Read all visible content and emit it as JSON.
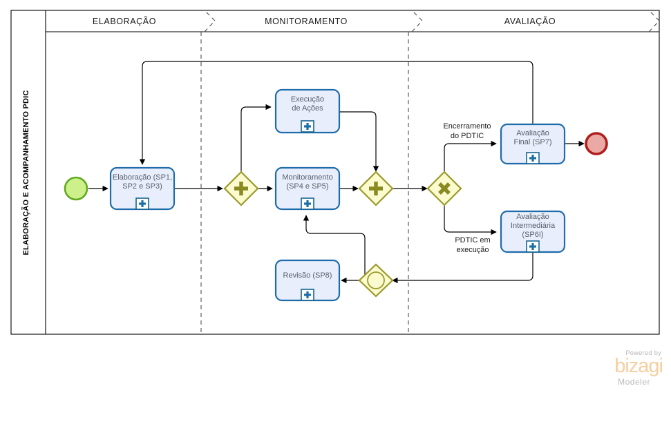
{
  "diagram": {
    "type": "bpmn-process",
    "pool": {
      "label": "ELABORAÇÃO E ACOMPANHAMENTO PDIC"
    },
    "phases": [
      {
        "id": "phase-elaboracao",
        "label": "ELABORAÇÃO"
      },
      {
        "id": "phase-monitoramento",
        "label": "MONITORAMENTO"
      },
      {
        "id": "phase-avaliacao",
        "label": "AVALIAÇÃO"
      }
    ],
    "events": [
      {
        "id": "start-event",
        "kind": "start",
        "label": "",
        "color": "#9fdb56"
      },
      {
        "id": "end-event",
        "kind": "end",
        "label": "",
        "color": "#c0392b"
      }
    ],
    "tasks": [
      {
        "id": "task-elaboracao",
        "label": "Elaboração (SP1, SP2 e SP3)",
        "marker": "sub-process"
      },
      {
        "id": "task-execucao-acoes",
        "label": "Execução de Ações",
        "marker": "sub-process"
      },
      {
        "id": "task-monitoramento",
        "label": "Monitoramento (SP4 e SP5)",
        "marker": "sub-process"
      },
      {
        "id": "task-revisao",
        "label": "Revisão (SP8)",
        "marker": "sub-process"
      },
      {
        "id": "task-avaliacao-final",
        "label": "Avaliação Final (SP7)",
        "marker": "sub-process"
      },
      {
        "id": "task-avaliacao-intermediaria",
        "label": "Avaliação Intermediária (SP6I)",
        "marker": "sub-process"
      }
    ],
    "gateways": [
      {
        "id": "gateway-parallel-split",
        "kind": "parallel",
        "label": ""
      },
      {
        "id": "gateway-parallel-join",
        "kind": "parallel",
        "label": ""
      },
      {
        "id": "gateway-exclusive",
        "kind": "exclusive",
        "label": ""
      },
      {
        "id": "gateway-event-based",
        "kind": "event-based",
        "label": ""
      }
    ],
    "flow_labels": [
      {
        "id": "flow-label-encerramento",
        "line1": "Encerramento",
        "line2": "do PDTIC"
      },
      {
        "id": "flow-label-execucao",
        "line1": "PDTIC em",
        "line2": "execução"
      }
    ]
  },
  "task_text": {
    "elaboracao_l1": "Elaboração (SP1,",
    "elaboracao_l2": "SP2 e SP3)",
    "execucao_l1": "Execução",
    "execucao_l2": "de Ações",
    "monitoramento_l1": "Monitoramento",
    "monitoramento_l2": "(SP4 e SP5)",
    "revisao_l1": "Revisão (SP8)",
    "avaliacao_final_l1": "Avaliação",
    "avaliacao_final_l2": "Final (SP7)",
    "avaliacao_inter_l1": "Avaliação",
    "avaliacao_inter_l2": "Intermediária",
    "avaliacao_inter_l3": "(SP6I)"
  },
  "flow_text": {
    "encerramento_l1": "Encerramento",
    "encerramento_l2": "do PDTIC",
    "execucao_l1": "PDTIC em",
    "execucao_l2": "execução"
  },
  "branding": {
    "powered_by": "Powered by",
    "name": "bizagi",
    "product": "Modeler"
  },
  "colors": {
    "task_fill": "#e8eefb",
    "task_stroke": "#1f6cab",
    "gateway_fill": "#fbfbcf",
    "gateway_stroke": "#9a9a2b",
    "start_fill": "#cdf08b",
    "start_stroke": "#5faa1e",
    "end_fill": "#eaa9a4",
    "end_stroke": "#b01d1d",
    "flow_stroke": "#000000",
    "brand_orange": "#f6cfa0"
  }
}
